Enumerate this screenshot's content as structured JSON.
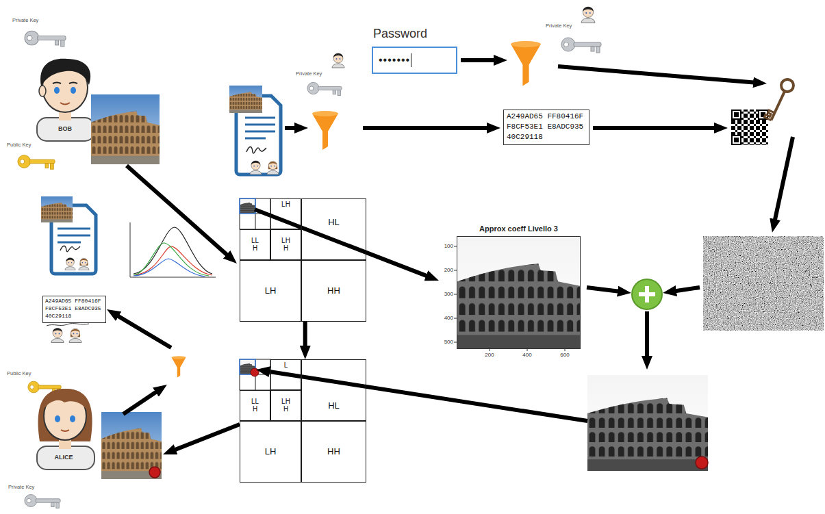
{
  "diagram": {
    "nodes": [
      {
        "text": [
          "Password",
          "•••••••"
        ]
      },
      {
        "text": [
          "A249AD65 FF80416F F8CF53E1 E8ADC935 40C29118"
        ]
      },
      {
        "text": [
          "LH"
        ]
      },
      {
        "text": [
          "LL H"
        ]
      },
      {
        "text": [
          "LH H"
        ]
      },
      {
        "text": [
          "HL"
        ]
      },
      {
        "text": [
          "LH"
        ]
      },
      {
        "text": [
          "HH"
        ]
      },
      {
        "text": [
          "Approx coeff Livello 3"
        ]
      },
      {
        "text": [
          "A249AD65 FF80416F F8CF53E1 E8ADC935 40C29118"
        ]
      },
      {
        "text": [
          "L"
        ]
      },
      {
        "text": [
          "LL H"
        ]
      },
      {
        "text": [
          "LH H"
        ]
      },
      {
        "text": [
          "HL"
        ]
      },
      {
        "text": [
          "LH"
        ]
      },
      {
        "text": [
          "HH"
        ]
      }
    ],
    "edges": [
      {
        "from": 7,
        "to": 13,
        "arrow": "to"
      }
    ],
    "labels": [
      "Private Key",
      "BOB",
      "Public Key",
      "Private Key",
      "Private Key",
      "100",
      "200",
      "300",
      "400",
      "500",
      "200",
      "400",
      "600",
      "Public Key",
      "ALICE",
      "Private Key"
    ]
  }
}
